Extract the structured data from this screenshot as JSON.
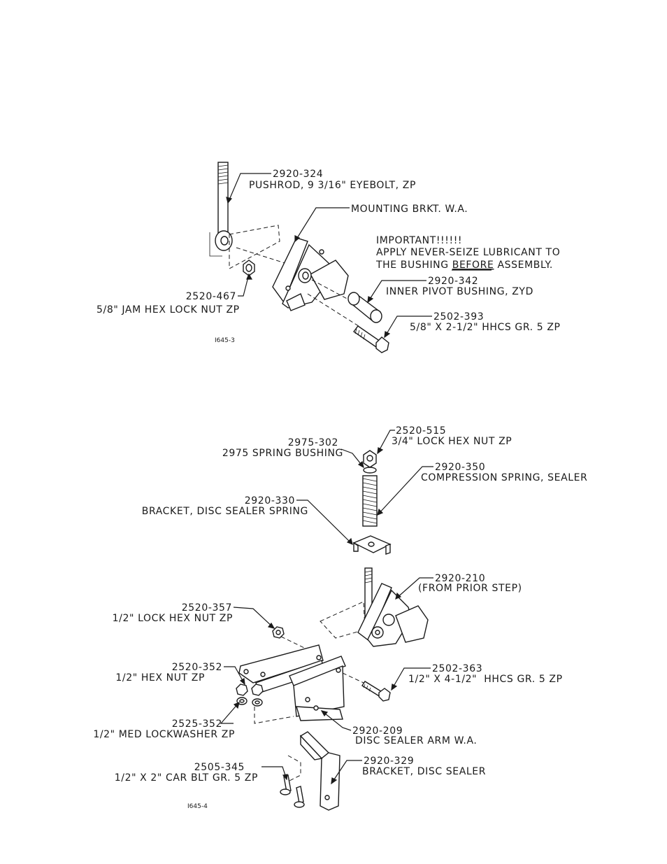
{
  "diagram_top": {
    "fig_id": "I645-3",
    "callouts": [
      {
        "part": "2920-324",
        "desc": "PUSHROD, 9 3/16\" EYEBOLT, ZP"
      },
      {
        "part": "",
        "desc": "MOUNTING BRKT. W.A."
      },
      {
        "part": "2920-342",
        "desc": "INNER PIVOT BUSHING, ZYD"
      },
      {
        "part": "2502-393",
        "desc": "5/8\" X 2-1/2\" HHCS GR. 5 ZP"
      },
      {
        "part": "2520-467",
        "desc": "5/8\" JAM HEX LOCK NUT ZP"
      }
    ],
    "note": {
      "line1": "IMPORTANT!!!!!!",
      "line2": "APPLY NEVER-SEIZE LUBRICANT TO",
      "line3_pre": "THE BUSHING ",
      "line3_emph": "BEFORE",
      "line3_post": " ASSEMBLY."
    }
  },
  "diagram_bottom": {
    "fig_id": "I645-4",
    "callouts": [
      {
        "part": "2520-515",
        "desc": "3/4\" LOCK HEX NUT ZP"
      },
      {
        "part": "2975-302",
        "desc": "2975 SPRING BUSHING"
      },
      {
        "part": "2920-350",
        "desc": "COMPRESSION SPRING, SEALER"
      },
      {
        "part": "2920-330",
        "desc": "BRACKET, DISC SEALER SPRING"
      },
      {
        "part": "2920-210",
        "desc": "(FROM PRIOR STEP)"
      },
      {
        "part": "2520-357",
        "desc": "1/2\" LOCK HEX NUT ZP"
      },
      {
        "part": "2520-352",
        "desc": "1/2\" HEX NUT ZP"
      },
      {
        "part": "2502-363",
        "desc": "1/2\" X 4-1/2\"  HHCS GR. 5 ZP"
      },
      {
        "part": "2525-352",
        "desc": "1/2\" MED LOCKWASHER ZP"
      },
      {
        "part": "2920-209",
        "desc": "DISC SEALER ARM W.A."
      },
      {
        "part": "2505-345",
        "desc": "1/2\" X 2\" CAR BLT GR. 5 ZP"
      },
      {
        "part": "2920-329",
        "desc": "BRACKET, DISC SEALER"
      }
    ]
  }
}
